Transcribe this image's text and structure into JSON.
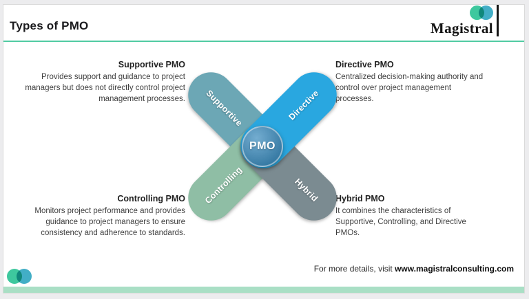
{
  "header": {
    "title": "Types of PMO"
  },
  "brand": {
    "name": "Magistral",
    "circle_green": "#3EC89E",
    "circle_teal": "#42AEC6"
  },
  "sections": [
    {
      "id": "supportive",
      "title": "Supportive PMO",
      "description": "Provides support and guidance to project managers but does not directly control project management processes."
    },
    {
      "id": "directive",
      "title": "Directive PMO",
      "description": "Centralized decision-making authority and control over project management processes."
    },
    {
      "id": "controlling",
      "title": "Controlling PMO",
      "description": "Monitors project performance and provides guidance to project managers to ensure consistency and adherence to standards."
    },
    {
      "id": "hybrid",
      "title": "Hybrid PMO",
      "description": "It combines the characteristics of Supportive, Controlling, and Directive PMOs."
    }
  ],
  "diagram": {
    "center_label": "PMO",
    "center_color": "#3E8DBE",
    "arms": [
      {
        "label": "Supportive",
        "color": "#6CA7B5"
      },
      {
        "label": "Directive",
        "color": "#29A7E0"
      },
      {
        "label": "Controlling",
        "color": "#8FBEA5"
      },
      {
        "label": "Hybrid",
        "color": "#7B8B91"
      }
    ]
  },
  "footer": {
    "prefix": "For more details, visit ",
    "url": "www.magistralconsulting.com"
  },
  "colors": {
    "header_line": "#50CBA2",
    "bottom_bar": "#A9DFC5"
  }
}
